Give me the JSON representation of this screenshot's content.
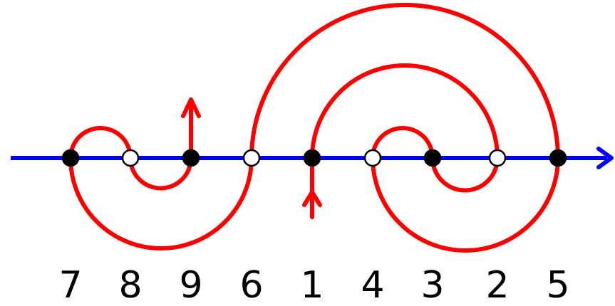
{
  "diagram": {
    "axis_color": "#0000ff",
    "curve_color": "#ff0000",
    "labels": [
      "7",
      "8",
      "9",
      "6",
      "1",
      "4",
      "3",
      "2",
      "5"
    ],
    "point_fill": [
      "filled",
      "open",
      "filled",
      "open",
      "filled",
      "open",
      "filled",
      "open",
      "filled"
    ]
  }
}
